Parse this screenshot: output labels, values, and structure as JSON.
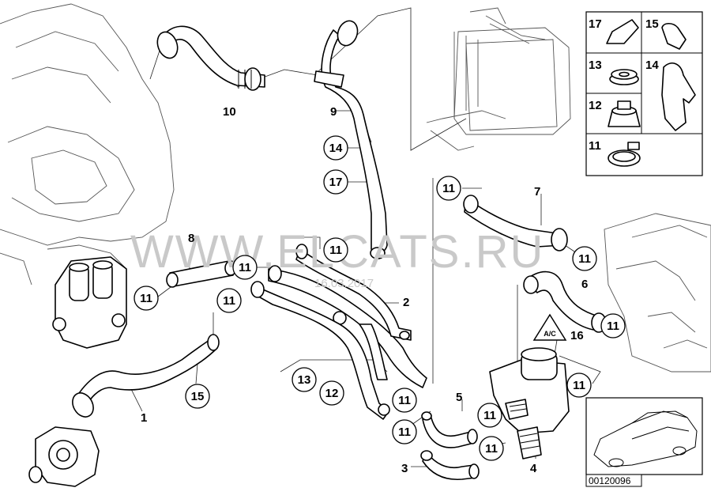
{
  "diagram": {
    "watermark_text": "WWW.ELCATS.RU",
    "watermark_date": "16.03.2017",
    "drawing_code": "00120096",
    "warning_label": "A/C",
    "inset_parts": [
      {
        "number": "17"
      },
      {
        "number": "15"
      },
      {
        "number": "13"
      },
      {
        "number": "14"
      },
      {
        "number": "12"
      },
      {
        "number": "11"
      }
    ],
    "callouts_plain": [
      {
        "number": "10"
      },
      {
        "number": "9"
      },
      {
        "number": "8"
      },
      {
        "number": "7"
      },
      {
        "number": "6"
      },
      {
        "number": "2"
      },
      {
        "number": "16"
      },
      {
        "number": "1"
      },
      {
        "number": "5"
      },
      {
        "number": "3"
      },
      {
        "number": "4"
      }
    ],
    "callouts_circled": [
      {
        "number": "14"
      },
      {
        "number": "17"
      },
      {
        "number": "11"
      },
      {
        "number": "11"
      },
      {
        "number": "11"
      },
      {
        "number": "11"
      },
      {
        "number": "11"
      },
      {
        "number": "11"
      },
      {
        "number": "15"
      },
      {
        "number": "13"
      },
      {
        "number": "12"
      },
      {
        "number": "11"
      },
      {
        "number": "11"
      },
      {
        "number": "11"
      },
      {
        "number": "11"
      },
      {
        "number": "11"
      },
      {
        "number": "11"
      },
      {
        "number": "11"
      },
      {
        "number": "11"
      }
    ]
  }
}
